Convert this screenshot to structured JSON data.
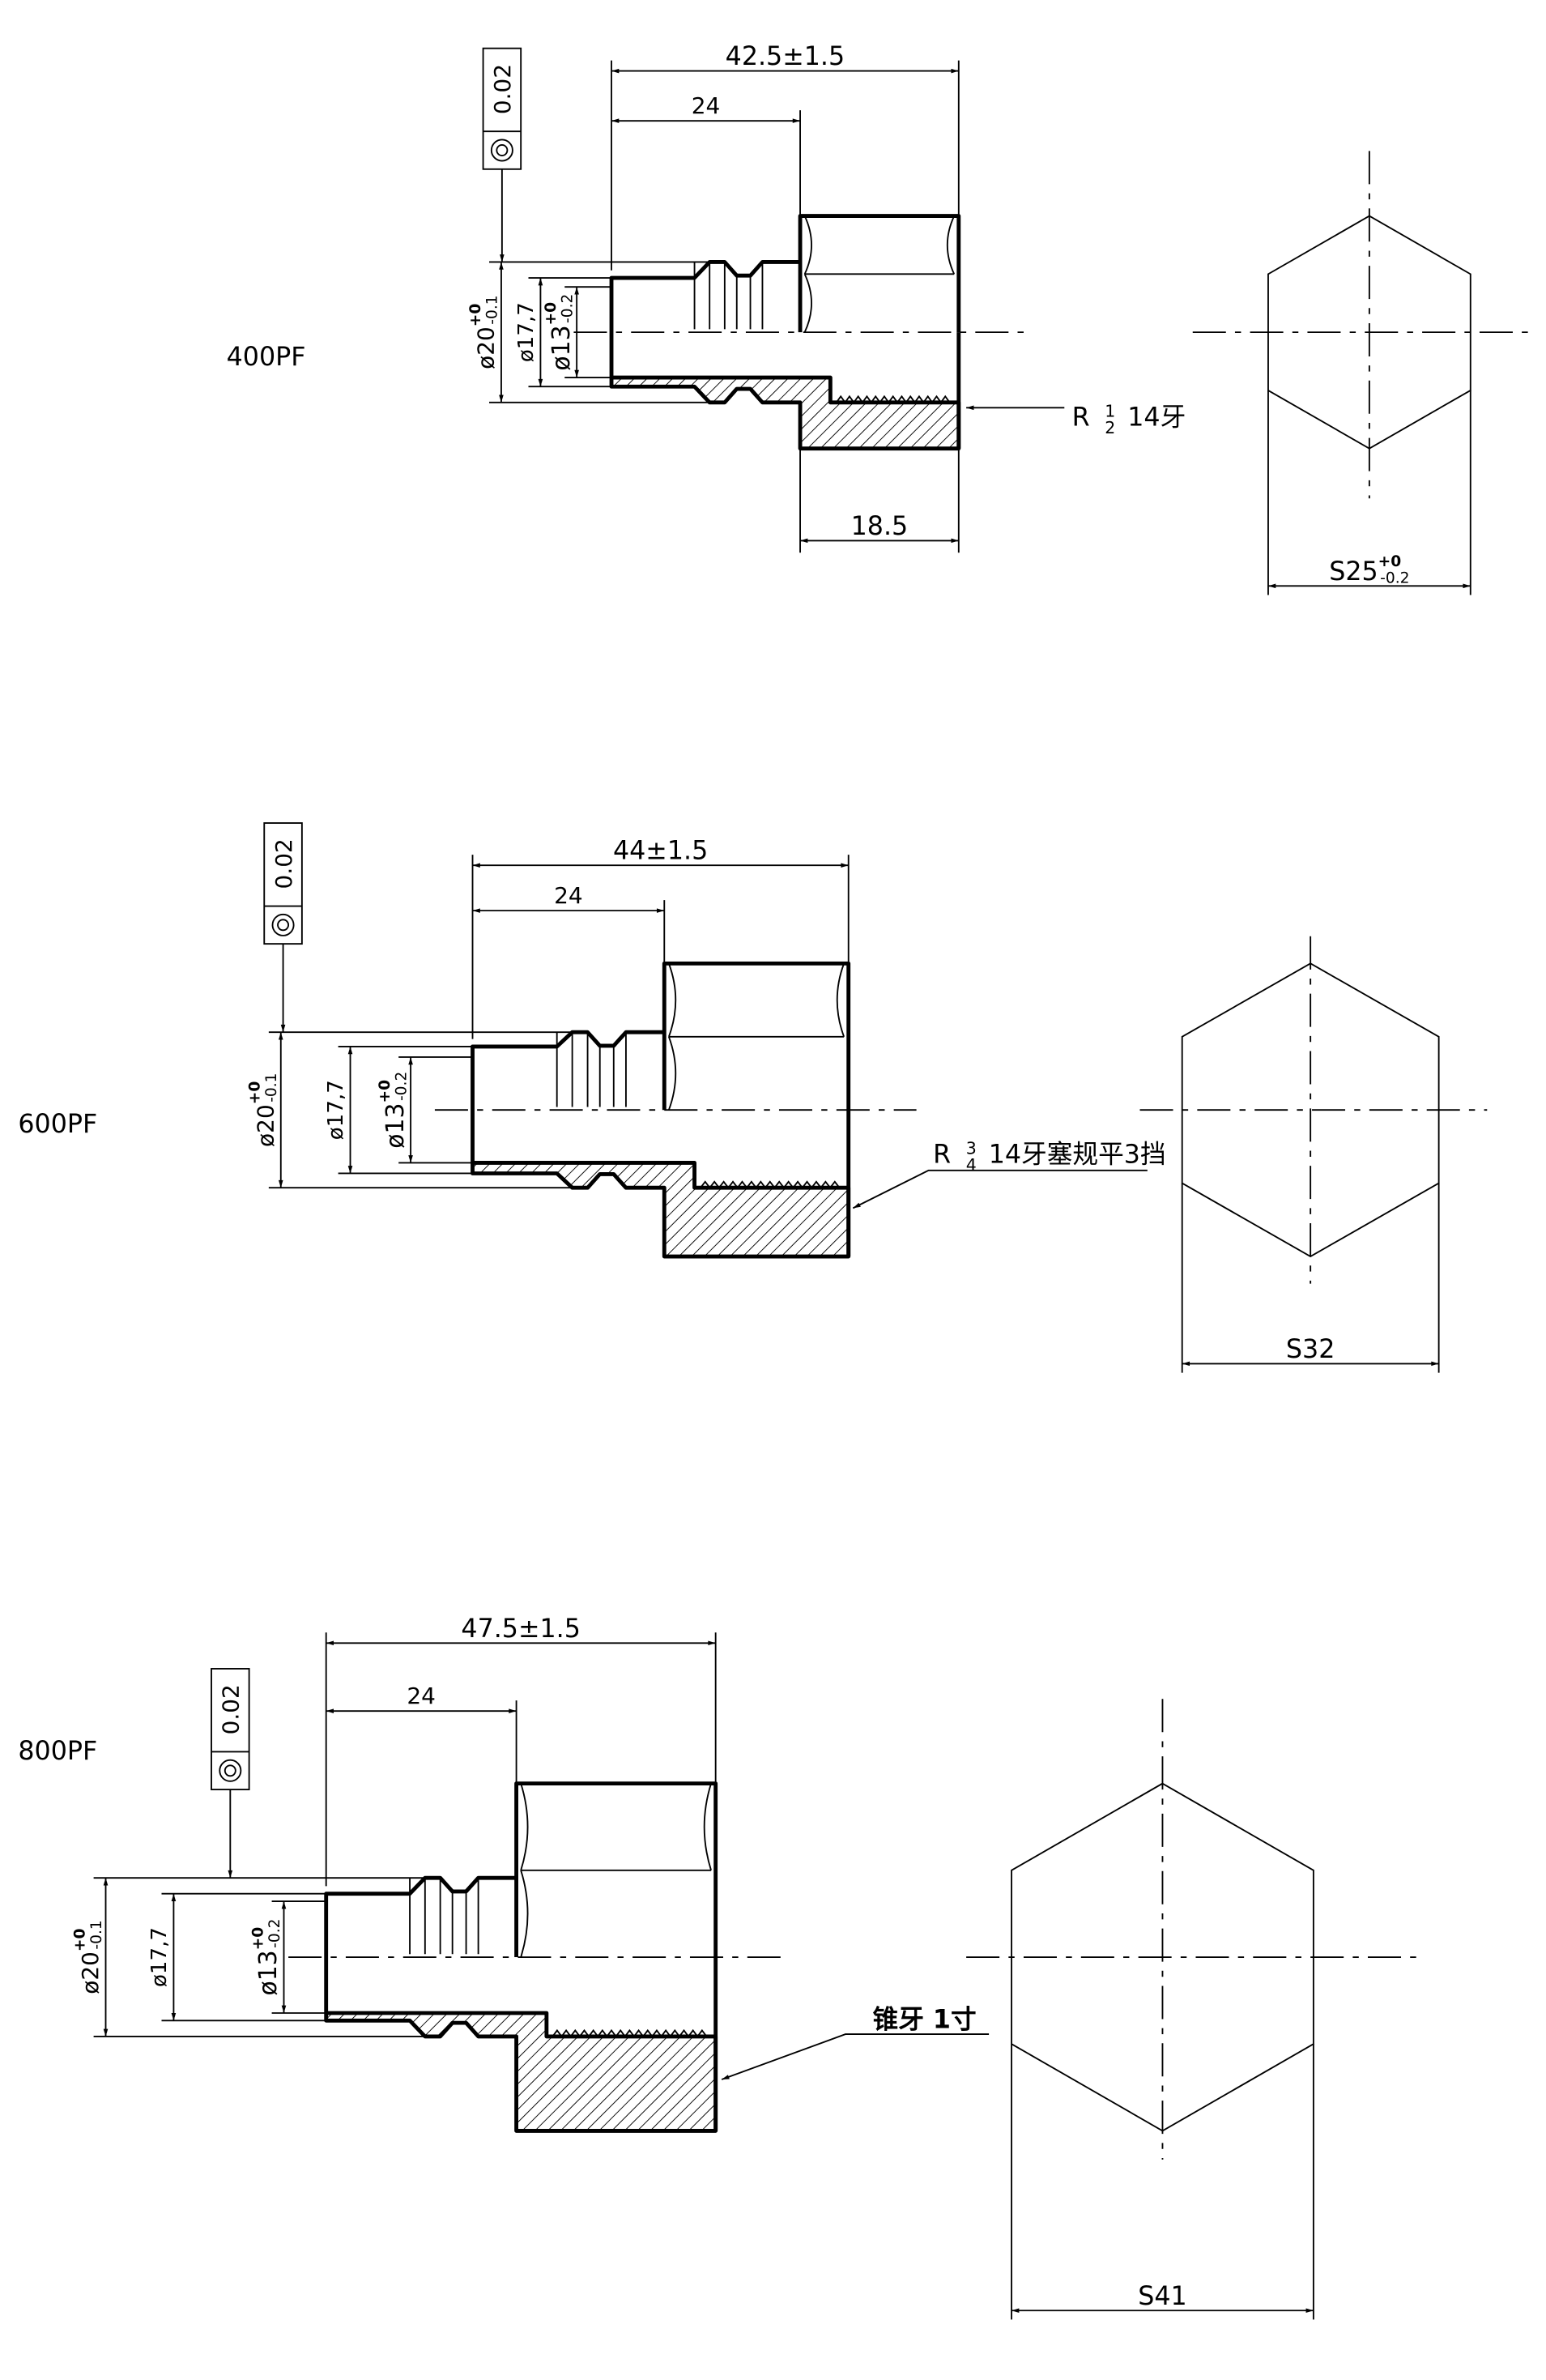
{
  "parts": [
    {
      "label": "400PF",
      "overall_length": "42.5±1.5",
      "hex_depth": "24",
      "thread_length": "18.5",
      "dia_outer": "ø20",
      "dia_outer_tol_upper": "+0",
      "dia_outer_tol_lower": "-0.1",
      "dia_mid": "ø17,7",
      "dia_bore": "ø13",
      "dia_bore_tol_upper": "+0",
      "dia_bore_tol_lower": "-0.2",
      "runout_tolerance": "0.02",
      "runout_symbol": "concentricity-icon",
      "thread_callout": {
        "prefix": "R",
        "frac_num": "1",
        "frac_den": "2",
        "text": "14牙"
      },
      "hex_size": "S25",
      "hex_tol_upper": "+0",
      "hex_tol_lower": "-0.2"
    },
    {
      "label": "600PF",
      "overall_length": "44±1.5",
      "hex_depth": "24",
      "dia_outer": "ø20",
      "dia_outer_tol_upper": "+0",
      "dia_outer_tol_lower": "-0.1",
      "dia_mid": "ø17,7",
      "dia_bore": "ø13",
      "dia_bore_tol_upper": "+0",
      "dia_bore_tol_lower": "-0.2",
      "runout_tolerance": "0.02",
      "runout_symbol": "concentricity-icon",
      "thread_callout": {
        "prefix": "R",
        "frac_num": "3",
        "frac_den": "4",
        "text": "14牙塞规平3挡"
      },
      "hex_size": "S32"
    },
    {
      "label": "800PF",
      "overall_length": "47.5±1.5",
      "hex_depth": "24",
      "dia_outer": "ø20",
      "dia_outer_tol_upper": "+0",
      "dia_outer_tol_lower": "-0.1",
      "dia_mid": "ø17,7",
      "dia_bore": "ø13",
      "dia_bore_tol_upper": "+0",
      "dia_bore_tol_lower": "-0.2",
      "runout_tolerance": "0.02",
      "runout_symbol": "concentricity-icon",
      "thread_callout": {
        "text": "锥牙 1寸"
      },
      "hex_size": "S41"
    }
  ]
}
